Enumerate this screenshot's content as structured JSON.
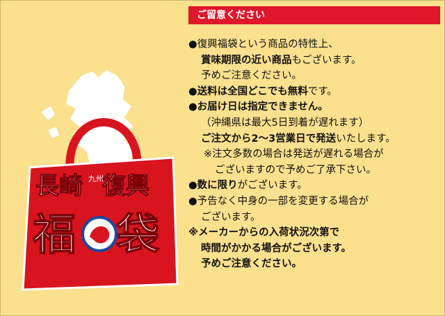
{
  "logo": {
    "line1": "長崎",
    "small": "九州",
    "line1b": "復興",
    "fuku": "福",
    "bukuro": "袋"
  },
  "notice": {
    "title": "ご留意ください",
    "items": [
      [
        "●復興福袋という商品の特性上、"
      ],
      [
        "",
        "賞味期限の近い商品",
        "もございます。"
      ],
      [
        "予めご注意ください。"
      ],
      [
        "●",
        "送料は全国どこでも無料",
        "です。"
      ],
      [
        "●",
        "お届け日は指定できません。",
        ""
      ],
      [
        "（沖縄県は最大5日到着が遅れます）"
      ],
      [
        "",
        "ご注文から2～3営業日で発送",
        "いたします。"
      ],
      [
        "※注文多数の場合は発送が遅れる場合が"
      ],
      [
        "ございますので予めご了承下さい。"
      ],
      [
        "●",
        "数に限り",
        "がございます。"
      ],
      [
        "●予告なく中身の一部を変更する場合が"
      ],
      [
        "ございます。"
      ],
      [
        "",
        "※メーカーからの入荷状況次第で",
        ""
      ],
      [
        "",
        "時間がかかる場合がございます。",
        ""
      ],
      [
        "",
        "予めご注意ください。",
        ""
      ]
    ]
  }
}
